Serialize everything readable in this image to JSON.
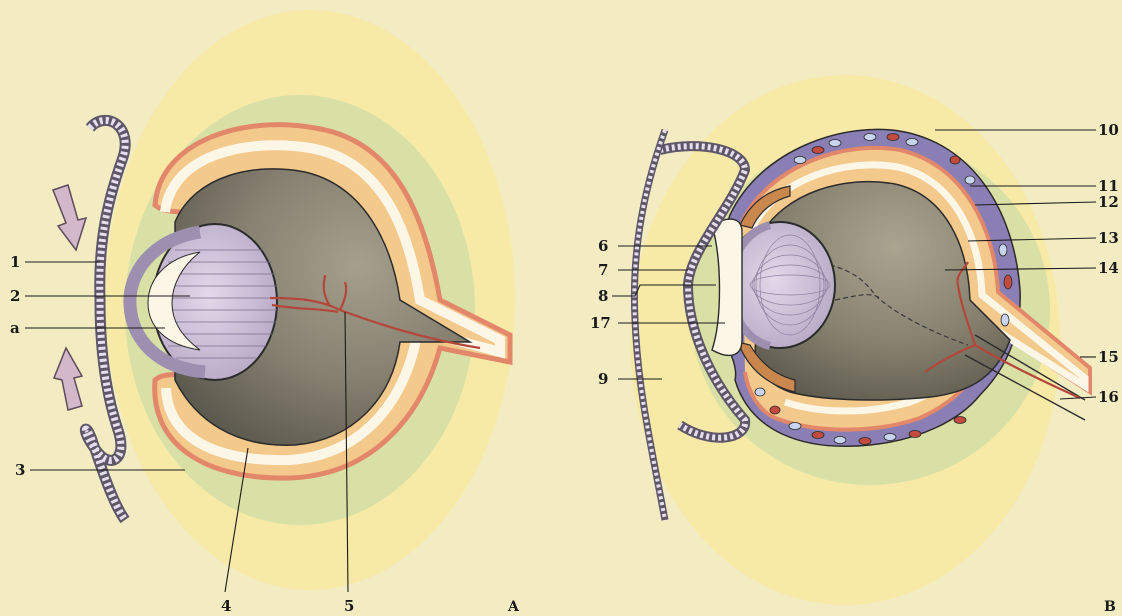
{
  "diagram": {
    "panels": [
      {
        "id": "A",
        "label": "A",
        "callouts": [
          {
            "id": "1",
            "text": "1"
          },
          {
            "id": "2",
            "text": "2"
          },
          {
            "id": "a",
            "text": "a"
          },
          {
            "id": "3",
            "text": "3"
          },
          {
            "id": "4",
            "text": "4"
          },
          {
            "id": "5",
            "text": "5"
          }
        ]
      },
      {
        "id": "B",
        "label": "B",
        "callouts": [
          {
            "id": "6",
            "text": "6"
          },
          {
            "id": "7",
            "text": "7"
          },
          {
            "id": "8",
            "text": "8"
          },
          {
            "id": "17",
            "text": "17"
          },
          {
            "id": "9",
            "text": "9"
          },
          {
            "id": "10",
            "text": "10"
          },
          {
            "id": "11",
            "text": "11"
          },
          {
            "id": "12",
            "text": "12"
          },
          {
            "id": "13",
            "text": "13"
          },
          {
            "id": "14",
            "text": "14"
          },
          {
            "id": "15",
            "text": "15"
          },
          {
            "id": "16",
            "text": "16"
          }
        ]
      }
    ],
    "colors": {
      "background": "#f3ecc3",
      "halo_outer": "#f7e9a6",
      "halo_inner": "#d9e0a6",
      "sclera": "#f3c98c",
      "sclera_rim": "#e2876a",
      "inner_white": "#fbf6e6",
      "vitreous": "#8a8471",
      "lens": "#ccbfd6",
      "skin": "#d9cde0",
      "vessel": "#b4463a",
      "choroid": "#8a7fb4",
      "outline": "#2b2b2b"
    }
  }
}
